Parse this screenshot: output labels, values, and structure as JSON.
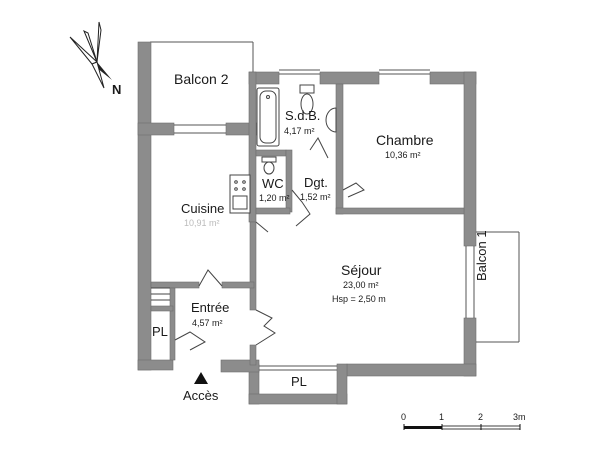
{
  "rooms": {
    "balcon2": {
      "name": "Balcon 2"
    },
    "sdb": {
      "name": "S.d.B.",
      "area": "4,17 m²"
    },
    "chambre": {
      "name": "Chambre",
      "area": "10,36 m²"
    },
    "wc": {
      "name": "WC",
      "area": "1,20 m²"
    },
    "dgt": {
      "name": "Dgt.",
      "area": "1,52 m²"
    },
    "cuisine": {
      "name": "Cuisine",
      "area": "10,91 m²"
    },
    "sejour": {
      "name": "Séjour",
      "area": "23,00 m²",
      "height": "Hsp = 2,50 m"
    },
    "entree": {
      "name": "Entrée",
      "area": "4,57 m²"
    },
    "pl_left": {
      "name": "PL"
    },
    "pl_bottom": {
      "name": "PL"
    },
    "balcon1": {
      "name": "Balcon 1"
    }
  },
  "compass": {
    "letter": "N"
  },
  "access": {
    "label": "Accès"
  },
  "scale": {
    "ticks": [
      "0",
      "1",
      "2",
      "3m"
    ]
  },
  "colors": {
    "wall": "#8c8c8c",
    "wall_edge": "#6e6e6e",
    "thin": "#555555"
  }
}
